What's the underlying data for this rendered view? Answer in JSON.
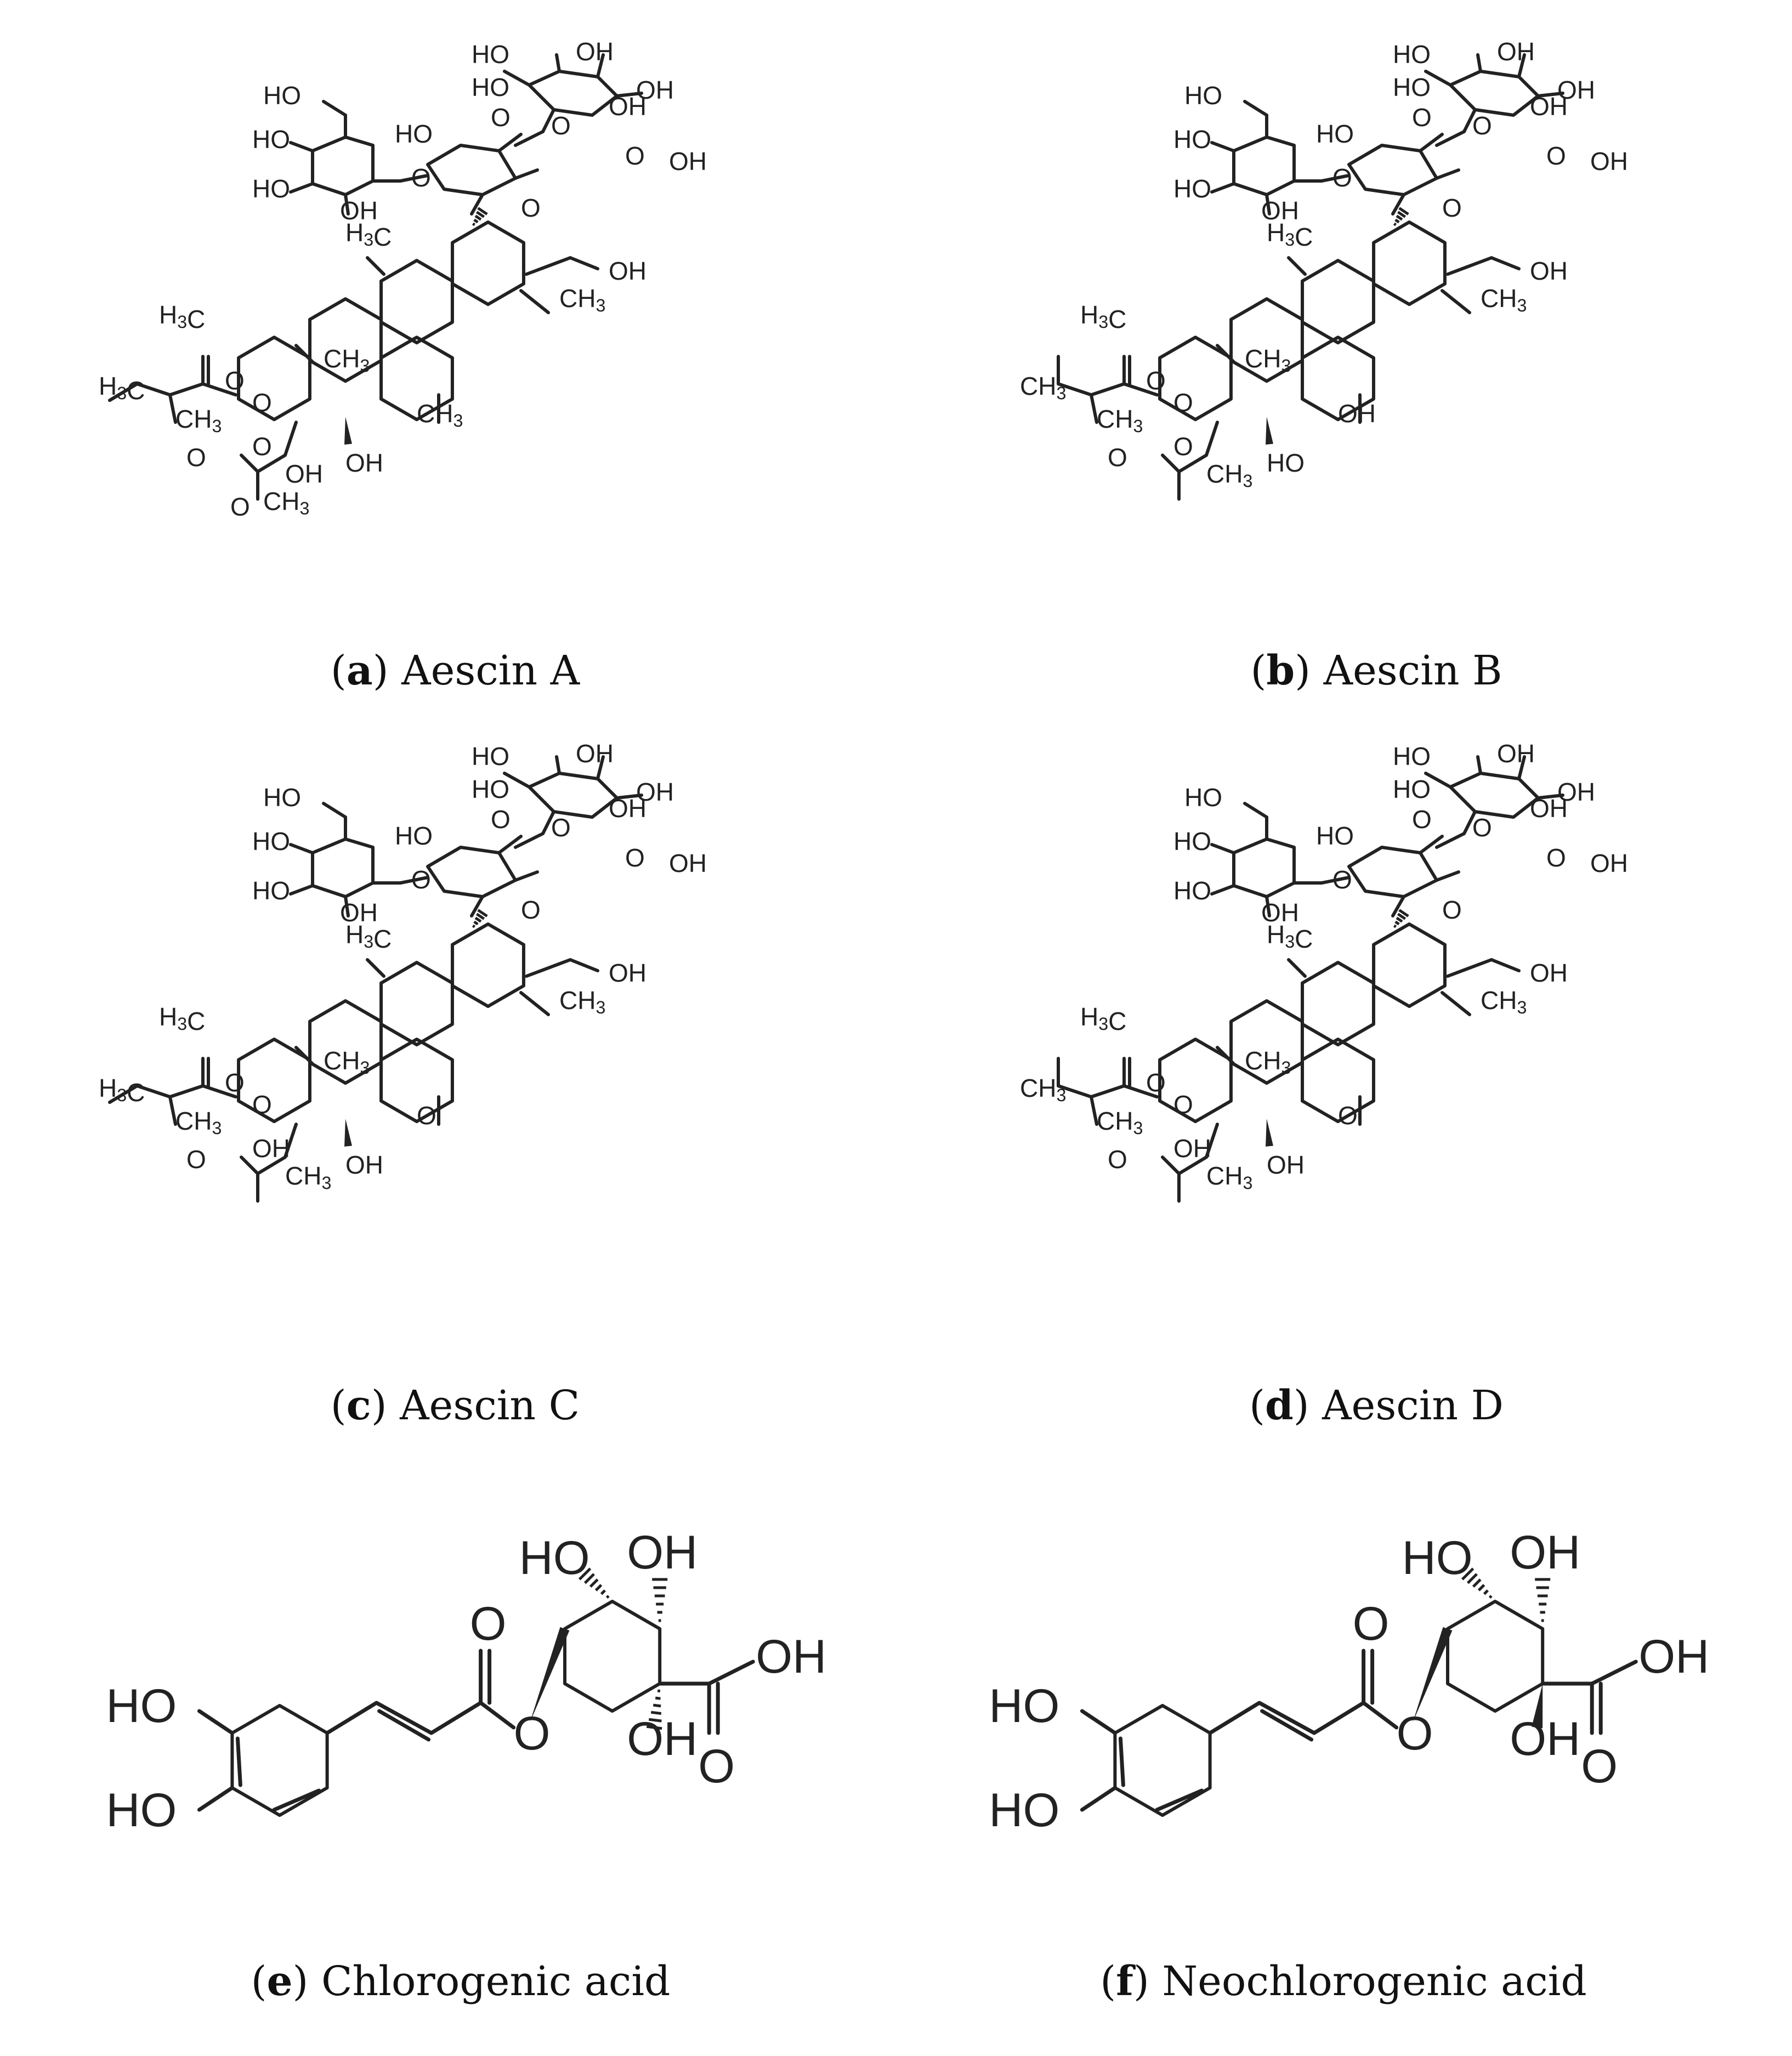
{
  "figure": {
    "panels": [
      {
        "id": "a",
        "letter": "a",
        "name": "Aescin A",
        "labels": [
          "HO",
          "OH",
          "HO",
          "OH",
          "HO",
          "OH",
          "O",
          "OH",
          "HO",
          "O",
          "HO",
          "O",
          "HO",
          "O",
          "OH",
          "O",
          "H3C",
          "OH",
          "CH3",
          "H3C",
          "O",
          "CH3",
          "H3C",
          "O",
          "CH3",
          "O",
          "OH",
          "CH3",
          "O",
          "OH",
          "O",
          "CH3"
        ]
      },
      {
        "id": "b",
        "letter": "b",
        "name": "Aescin B",
        "labels": [
          "HO",
          "OH",
          "HO",
          "OH",
          "HO",
          "OH",
          "O",
          "OH",
          "HO",
          "O",
          "HO",
          "O",
          "HO",
          "O",
          "OH",
          "O",
          "H3C",
          "OH",
          "CH3",
          "H3C",
          "O",
          "CH3",
          "CH3",
          "O",
          "CH3",
          "O",
          "HO",
          "OH",
          "O",
          "CH3"
        ]
      },
      {
        "id": "c",
        "letter": "c",
        "name": "Aescin C",
        "labels": [
          "HO",
          "OH",
          "HO",
          "OH",
          "HO",
          "OH",
          "O",
          "OH",
          "HO",
          "O",
          "HO",
          "O",
          "HO",
          "O",
          "OH",
          "O",
          "H3C",
          "OH",
          "CH3",
          "H3C",
          "O",
          "CH3",
          "H3C",
          "O",
          "CH3",
          "OH",
          "OH",
          "O",
          "O",
          "CH3"
        ]
      },
      {
        "id": "d",
        "letter": "d",
        "name": "Aescin D",
        "labels": [
          "HO",
          "OH",
          "HO",
          "OH",
          "HO",
          "OH",
          "O",
          "OH",
          "HO",
          "O",
          "HO",
          "O",
          "HO",
          "O",
          "OH",
          "O",
          "H3C",
          "OH",
          "CH3",
          "H3C",
          "O",
          "CH3",
          "CH3",
          "O",
          "CH3",
          "OH",
          "OH",
          "O",
          "O",
          "CH3"
        ]
      },
      {
        "id": "e",
        "letter": "e",
        "name": "Chlorogenic acid",
        "labels": [
          "OH",
          "HO",
          "O",
          "HO",
          "O",
          "OH",
          "HO",
          "OH",
          "O"
        ]
      },
      {
        "id": "f",
        "letter": "f",
        "name": "Neochlorogenic acid",
        "labels": [
          "OH",
          "HO",
          "O",
          "HO",
          "O",
          "OH",
          "HO",
          "OH",
          "O"
        ]
      }
    ]
  }
}
